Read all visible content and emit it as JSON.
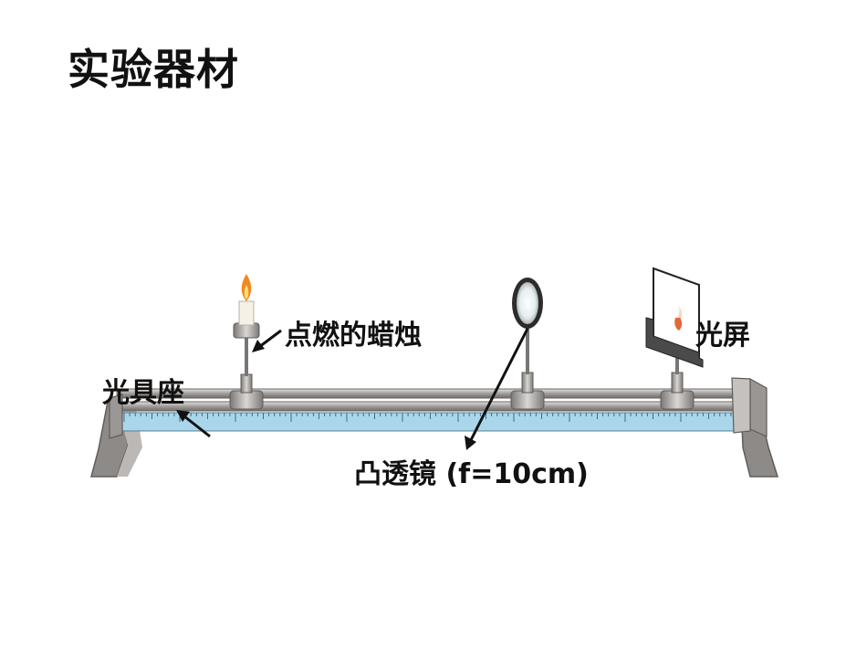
{
  "title": "实验器材",
  "labels": {
    "candle": "点燃的蜡烛",
    "screen": "光屏",
    "base": "光具座",
    "lens": "凸透镜 (f=10cm)"
  },
  "colors": {
    "rail": "#8d8a88",
    "rail_light": "#d6d3d0",
    "scale": "#a9d6ea",
    "flame": "#f08a24",
    "arrow": "#111111"
  }
}
